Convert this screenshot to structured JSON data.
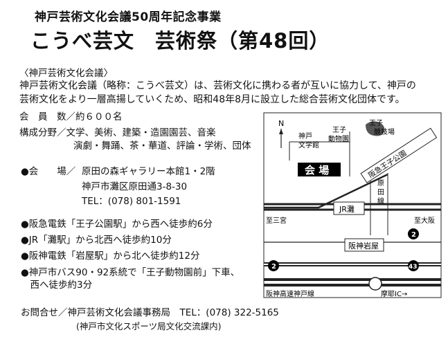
{
  "header": {
    "subtitle": "神戸芸術文化会議50周年記念事業",
    "title": "こうべ芸文　芸術祭（第48回）"
  },
  "org": {
    "heading": "〈神戸芸術文化会議〉",
    "intro_line1": "神戸芸術文化会議（略称：こうべ芸文）は、芸術文化に携わる者が互いに協力して、神戸の",
    "intro_line2": "芸術文化をより一層高揚していくため、昭和48年8月に設立した総合芸術文化団体です。",
    "members": "会　員　数／約６００名",
    "composition_line1": "構成分野／文学、美術、建築・造園園芸、音楽",
    "composition_line2": "演劇・舞踊、茶・華道、評論・学術、団体"
  },
  "venue": {
    "label": "●会　　場／",
    "name": "原田の森ギャラリー本館1・2階",
    "address": "神戸市灘区原田通3-8-30",
    "tel": "TEL：(078) 801-1591"
  },
  "access": [
    "●阪急電鉄「王子公園駅」から西へ徒歩約6分",
    "●JR「灘駅」から北西へ徒歩約10分",
    "●阪神電鉄「岩屋駅」から北へ徒歩約12分",
    "●神戸市バス90・92系統で「王子動物園前」下車、",
    "　西へ徒歩約3分"
  ],
  "contact": {
    "line": "お問合せ／神戸芸術文化会議事務局　TEL：(078) 322-5165",
    "sub": "(神戸市文化スポーツ局文化交流課内)"
  },
  "map": {
    "north": "N",
    "kobe_bungakukan": [
      "神戸",
      "文学館"
    ],
    "oji_zoo": [
      "王子",
      "動物園"
    ],
    "oji_stadium": [
      "王子",
      "競技場"
    ],
    "hankyu_line": "阪急王子公園",
    "venue_label": "会 場",
    "harada_line": [
      "原",
      "田",
      "線"
    ],
    "jr_nada": "JR灘",
    "to_sannomiya": "至三宮",
    "to_osaka": "至大阪",
    "hanshin_iwaya": "阪神岩屋",
    "route2_left": "2",
    "route2_right": "2",
    "route43": "43",
    "expressway": "阪神高速神戸線",
    "maya_ic": "摩耶IC→"
  }
}
